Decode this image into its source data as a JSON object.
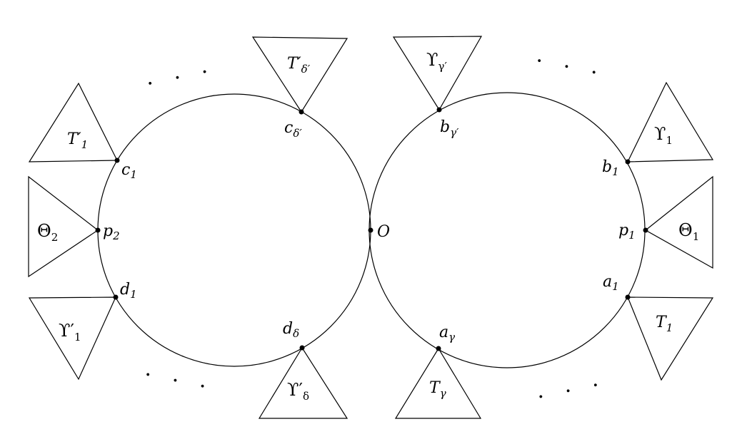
{
  "labels": {
    "O": "O",
    "p1": "p",
    "p1_sub": "1",
    "p2": "p",
    "p2_sub": "2",
    "b1": "b",
    "b1_sub": "1",
    "a1": "a",
    "a1_sub": "1",
    "c1": "c",
    "c1_sub": "1",
    "d1": "d",
    "d1_sub": "1",
    "bg": "b",
    "bg_sub": "γ′",
    "ag": "a",
    "ag_sub": "γ",
    "cd": "c",
    "cd_sub": "δ′",
    "dd": "d",
    "dd_sub": "δ"
  },
  "trees": {
    "upsilon_1": "ϒ",
    "upsilon_1_sub": "1",
    "theta_1": "Θ",
    "theta_1_sub": "1",
    "t_1": "T",
    "t_1_sub": "1",
    "t_gamma": "T",
    "t_gamma_sub": "γ",
    "upsilon_gamma": "ϒ",
    "upsilon_gamma_sub": "γ′",
    "t_prime_delta": "T′",
    "t_prime_delta_sub": "δ′",
    "t_prime_1": "T′",
    "t_prime_1_sub": "1",
    "theta_2": "Θ",
    "theta_2_sub": "2",
    "upsilon_prime_1": "ϒ′",
    "upsilon_prime_1_sub": "1",
    "upsilon_prime_delta": "ϒ′",
    "upsilon_prime_delta_sub": "δ"
  },
  "ellipses": {
    "top_left": "· · ·",
    "top_right": "· · ·",
    "bottom_left": "· · ·",
    "bottom_right": "· · ·"
  }
}
